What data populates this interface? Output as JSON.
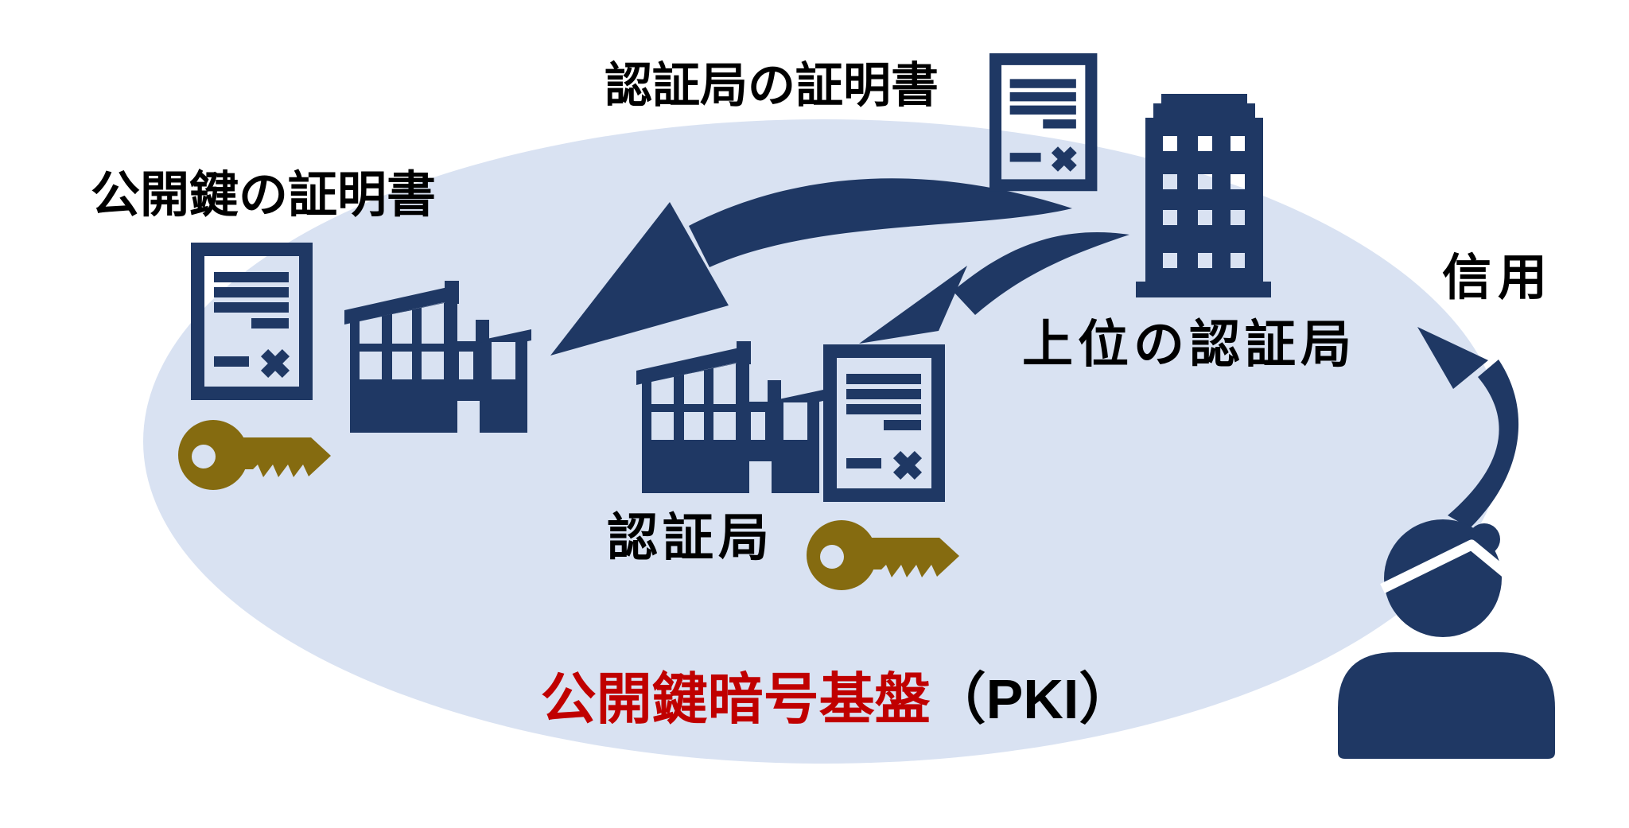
{
  "labels": {
    "ca_certificate": "認証局の証明書",
    "public_key_certificate": "公開鍵の証明書",
    "higher_ca": "上位の認証局",
    "trust": "信用",
    "ca": "認証局",
    "pki_name": "公開鍵暗号基盤",
    "pki_abbr": "（PKI）"
  },
  "colors": {
    "navy": "#1f3864",
    "ellipse_fill": "#d9e2f2",
    "red": "#c00000",
    "gold": "#856b10",
    "background": "#ffffff"
  },
  "icons": {
    "certificate": "certificate-document-icon",
    "ca_building": "factory-building-icon",
    "root_ca_building": "office-tower-icon",
    "key": "key-icon",
    "user": "person-icon",
    "issue_arrow_long": "curved-arrow-icon",
    "issue_arrow_short": "curved-arrow-icon",
    "trust_arrow": "curved-arrow-icon"
  }
}
